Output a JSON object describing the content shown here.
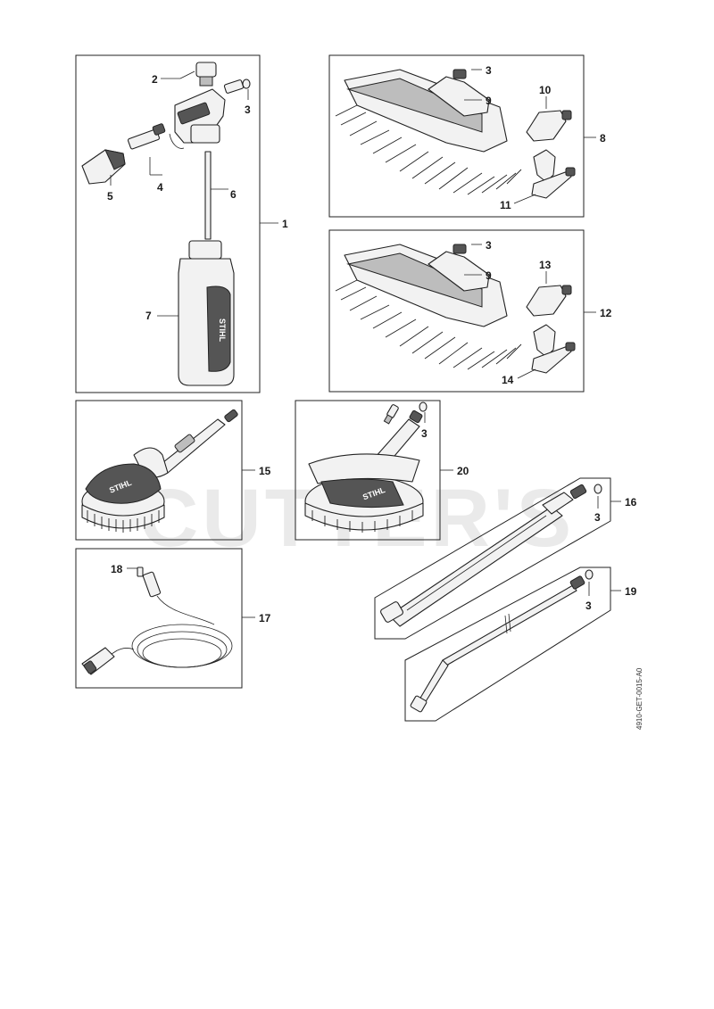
{
  "watermark": "CUTTER'S",
  "reference_code": "4910-GET-0015-A0",
  "brand_mark": "STIHL",
  "callouts": {
    "c1": "1",
    "c2": "2",
    "c3a": "3",
    "c4": "4",
    "c5": "5",
    "c6": "6",
    "c7": "7",
    "c3b": "3",
    "c8": "8",
    "c9a": "9",
    "c10": "10",
    "c11": "11",
    "c3c": "3",
    "c9b": "9",
    "c12": "12",
    "c13": "13",
    "c14": "14",
    "c15": "15",
    "c3d": "3",
    "c20": "20",
    "c3e": "3",
    "c16": "16",
    "c3f": "3",
    "c19": "19",
    "c18": "18",
    "c17": "17"
  }
}
